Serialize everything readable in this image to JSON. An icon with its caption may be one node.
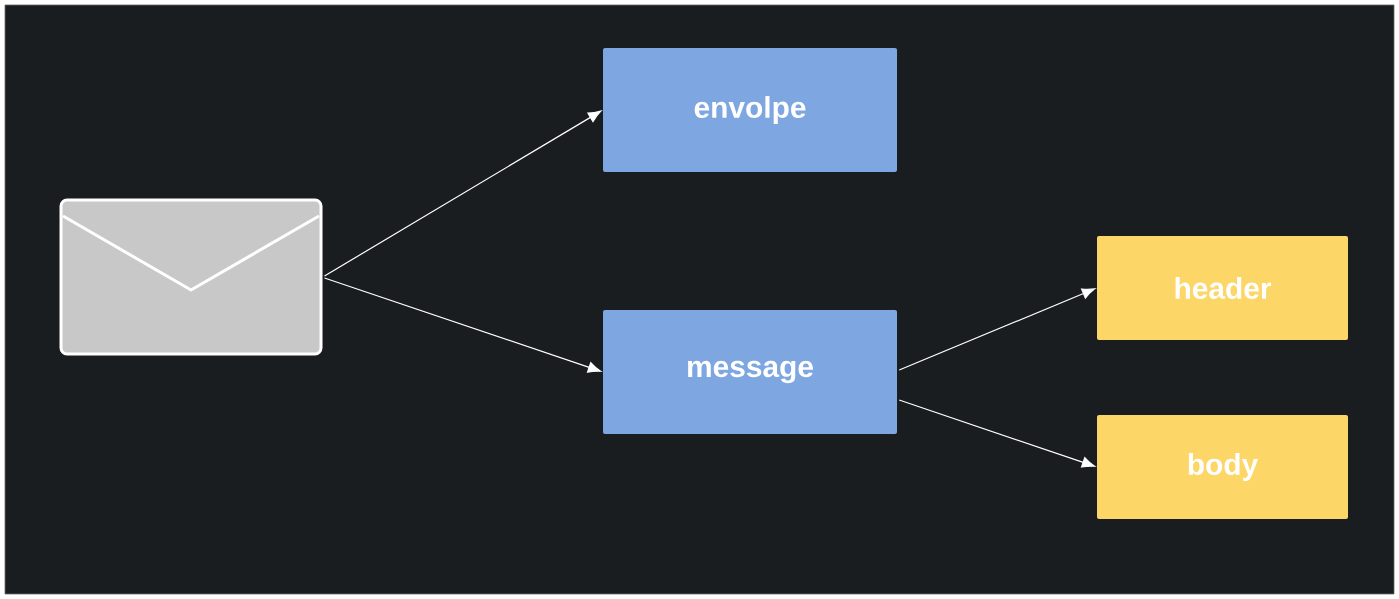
{
  "diagram": {
    "nodes": [
      {
        "text": [],
        "shape": "picture"
      },
      {
        "text": [
          "envolpe"
        ]
      },
      {
        "text": [
          "message"
        ]
      },
      {
        "text": [
          "header"
        ]
      },
      {
        "text": [
          "body"
        ]
      }
    ],
    "edges": [
      {
        "from": 0,
        "to": 1,
        "arrow": "to"
      },
      {
        "from": 0,
        "to": 2,
        "arrow": "to"
      },
      {
        "from": 2,
        "to": 3,
        "arrow": "to"
      },
      {
        "from": 2,
        "to": 4,
        "arrow": "to"
      }
    ]
  }
}
